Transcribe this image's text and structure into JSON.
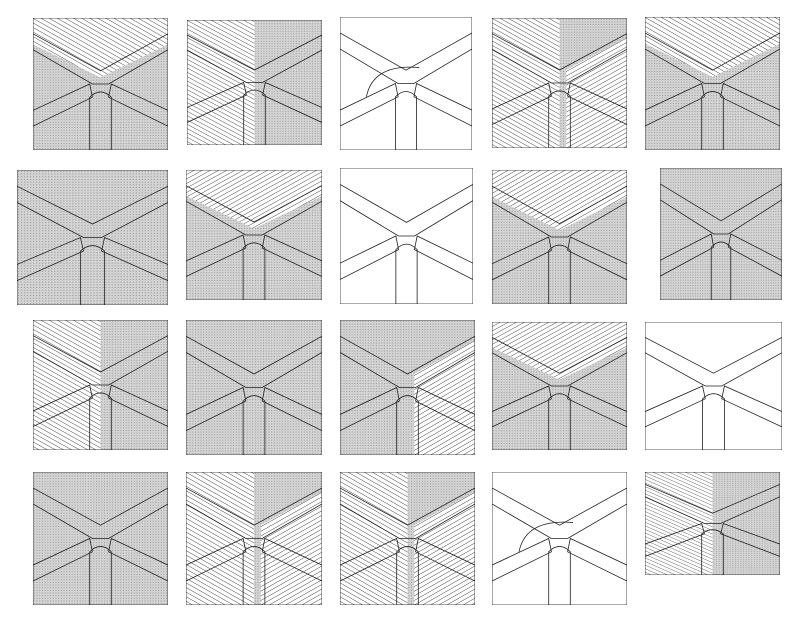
{
  "colors": {
    "line": "#222222",
    "stipple_bg": "#d4d4d4",
    "stipple_dot": "#9a9a9a",
    "paper": "#ffffff"
  },
  "panels": [
    {
      "variant": "hatch-top-stipple"
    },
    {
      "variant": "hatch-left"
    },
    {
      "variant": "white-post-arc"
    },
    {
      "variant": "hatch-both"
    },
    {
      "variant": "hatch-top-stipple"
    },
    {
      "variant": "stipple-x"
    },
    {
      "variant": "hatch-top-white"
    },
    {
      "variant": "white-post"
    },
    {
      "variant": "hatch-top-white"
    },
    {
      "variant": "stipple-x"
    },
    {
      "variant": "hatch-left"
    },
    {
      "variant": "stipple-x"
    },
    {
      "variant": "hatch-right"
    },
    {
      "variant": "hatch-top-white"
    },
    {
      "variant": "white-post"
    },
    {
      "variant": "stipple-x"
    },
    {
      "variant": "hatch-both"
    },
    {
      "variant": "hatch-both"
    },
    {
      "variant": "white-post-arc"
    },
    {
      "variant": "hatch-left"
    }
  ]
}
